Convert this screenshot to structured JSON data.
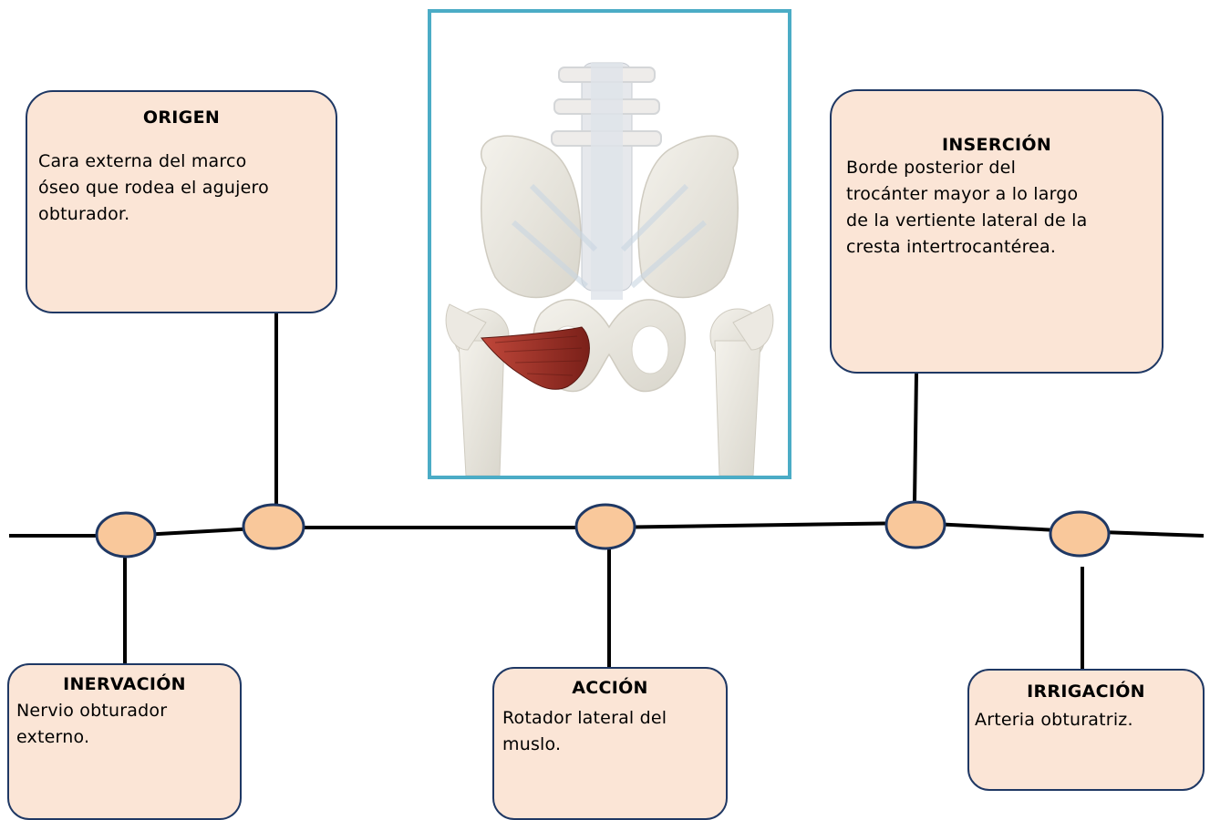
{
  "origen": {
    "title": "ORIGEN",
    "lines": [
      "Cara externa del marco",
      "óseo que rodea el agujero",
      "obturador."
    ]
  },
  "insercion": {
    "title": "INSERCIÓN",
    "lines": [
      "Borde posterior del",
      "trocánter mayor a lo largo",
      "de la vertiente lateral de la",
      "cresta intertrocantérea."
    ]
  },
  "inervacion": {
    "title": "INERVACIÓN",
    "lines": [
      "Nervio obturador",
      "externo."
    ]
  },
  "accion": {
    "title": "ACCIÓN",
    "lines": [
      "Rotador lateral del",
      "muslo."
    ]
  },
  "irrigacion": {
    "title": "IRRIGACIÓN",
    "lines": [
      "Arteria obturatriz."
    ]
  },
  "colors": {
    "box_fill": "#fbe5d6",
    "box_border": "#1f3864",
    "node_fill": "#f9c89b",
    "node_border": "#1f3864",
    "frame_border": "#4bacc6",
    "muscle": "#8b2a22"
  },
  "image": {
    "icon": "pelvis-obturator-externus-illustration"
  }
}
